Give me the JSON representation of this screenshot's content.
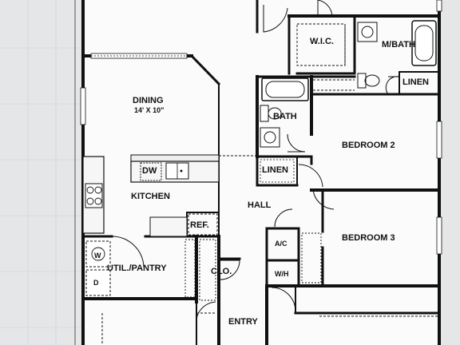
{
  "rooms": {
    "wic": "W.I.C.",
    "mbath": "M/BATH",
    "linen_master": "LINEN",
    "dining": "DINING",
    "dining_size": "14' X 10\"",
    "bath": "BATH",
    "bedroom2": "BEDROOM 2",
    "dw": "DW",
    "linen_hall": "LINEN",
    "kitchen": "KITCHEN",
    "hall": "HALL",
    "ref": "REF.",
    "bedroom3": "BEDROOM 3",
    "ac": "A/C",
    "w": "W",
    "util_pantry": "UTIL./PANTRY",
    "clo": "CLO.",
    "wh": "W/H",
    "d": "D",
    "entry": "ENTRY"
  },
  "colors": {
    "wall": "#111111",
    "paper_outside": "#e4e6e8",
    "paper_grid": "#cdd2d6",
    "window": "#ffffff"
  }
}
